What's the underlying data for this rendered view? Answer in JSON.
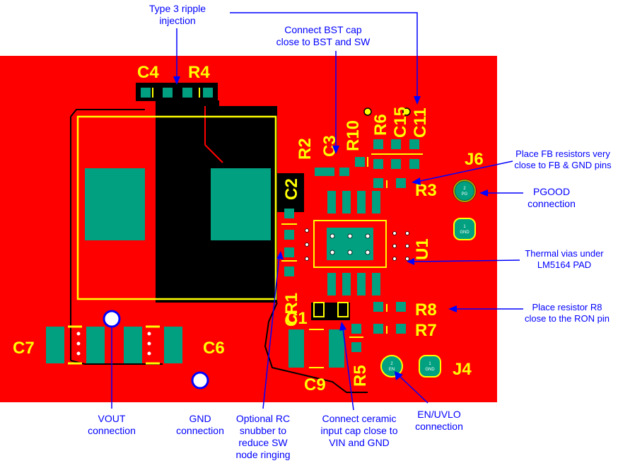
{
  "refdes": {
    "c4": "C4",
    "r4": "R4",
    "r2": "R2",
    "c3": "C3",
    "r10": "R10",
    "r6": "R6",
    "c15": "C15",
    "c11": "C11",
    "c2": "C2",
    "r3": "R3",
    "j6": "J6",
    "u1": "U1",
    "r8": "R8",
    "r7": "R7",
    "j4": "J4",
    "c7": "C7",
    "c6": "C6",
    "cr1": "CR1",
    "c1": "C1",
    "c9": "C9",
    "r5": "R5"
  },
  "pads": {
    "j6_pin2": "2",
    "j6_pin2_net": "PG",
    "j6_pin1": "1",
    "j6_pin1_net": "GND",
    "j4_pin2": "2",
    "j4_pin2_net": "EN",
    "j4_pin1": "1",
    "j4_pin1_net": "GND"
  },
  "annotations": {
    "ripple_line1": "Type 3 ripple",
    "ripple_line2": "injection",
    "bst_line1": "Connect BST cap",
    "bst_line2": "close to BST and SW",
    "fb_line1": "Place FB resistors very",
    "fb_line2": "close to FB & GND pins",
    "pgood_line1": "PGOOD",
    "pgood_line2": "connection",
    "thermal_line1": "Thermal vias under",
    "thermal_line2": "LM5164 PAD",
    "r8_line1": "Place resistor  R8",
    "r8_line2": "close to the RON pin",
    "vout_line1": "VOUT",
    "vout_line2": "connection",
    "gnd_line1": "GND",
    "gnd_line2": "connection",
    "snubber_line1": "Optional RC",
    "snubber_line2": "snubber to",
    "snubber_line3": "reduce SW",
    "snubber_line4": "node ringing",
    "cin_line1": "Connect ceramic",
    "cin_line2": "input cap close to",
    "cin_line3": "VIN and GND",
    "en_line1": "EN/UVLO",
    "en_line2": "connection"
  },
  "colors": {
    "board": "#ff0000",
    "copper_dark": "#000000",
    "silkscreen": "#ffff00",
    "pad": "#00a080",
    "annotation": "#0000ff",
    "via": "#ffffff"
  }
}
